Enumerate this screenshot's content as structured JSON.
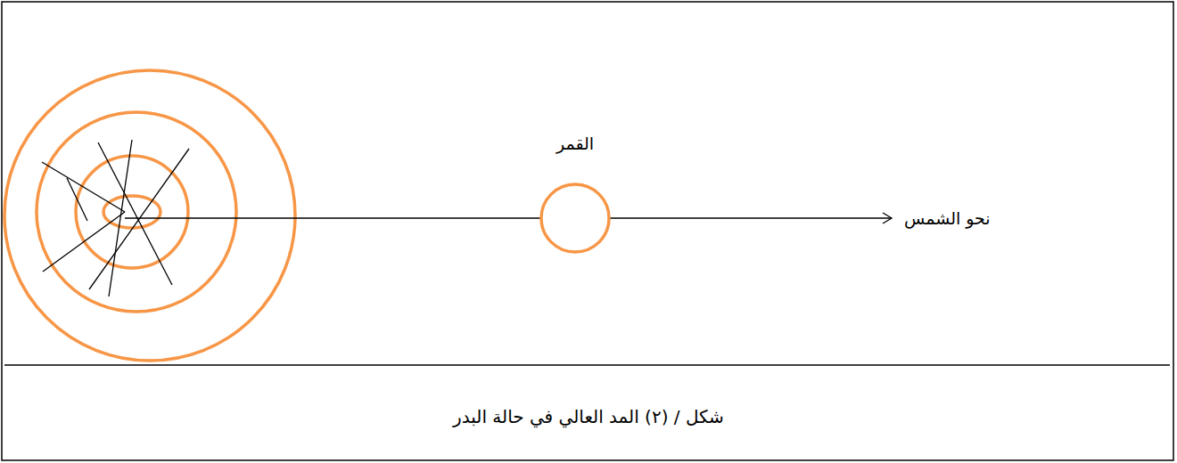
{
  "diagram": {
    "caption": "شكل / (٢) المد العالي في حالة البدر",
    "nodes": [
      {
        "text": [
          "القمر"
        ]
      }
    ],
    "labels": [
      "نحو الشمس"
    ]
  }
}
